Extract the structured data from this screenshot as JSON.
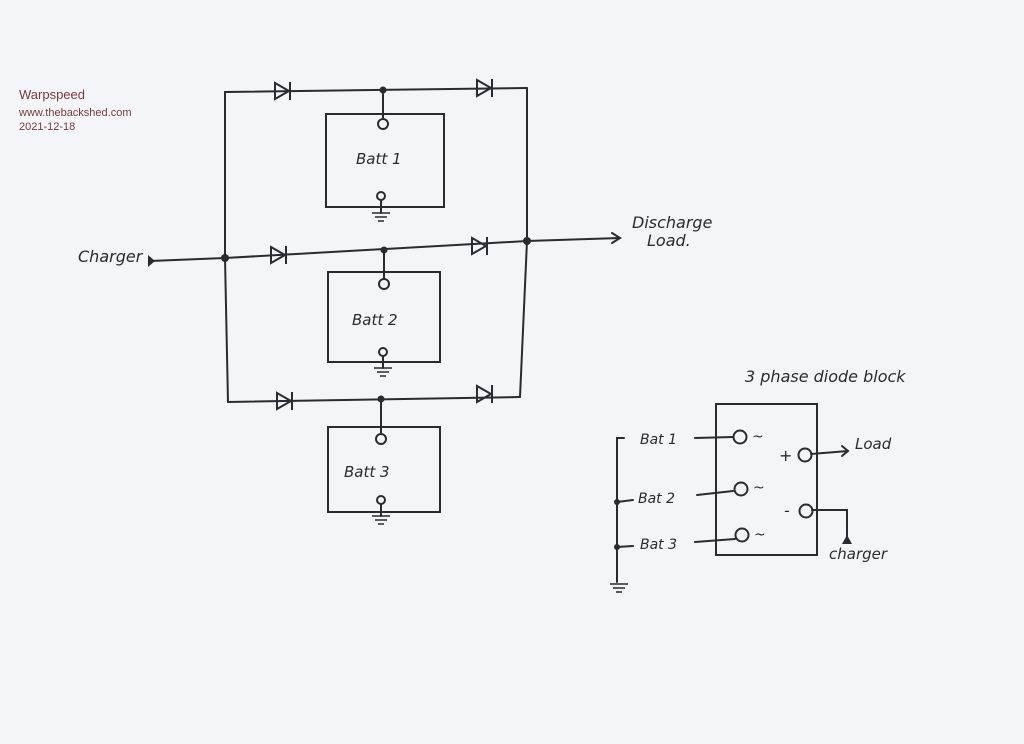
{
  "header": {
    "author": "Warpspeed",
    "site": "www.thebackshed.com",
    "date": "2021-12-18"
  },
  "left_diagram": {
    "charger_label": "Charger",
    "load_label_1": "Discharge",
    "load_label_2": "Load.",
    "batteries": [
      "Batt 1",
      "Batt 2",
      "Batt 3"
    ]
  },
  "right_diagram": {
    "title": "3 phase diode block",
    "inputs": [
      "Bat 1",
      "Bat 2",
      "Bat 3"
    ],
    "ac_symbol": "~",
    "plus": "+",
    "minus": "-",
    "load_label": "Load",
    "charger_label": "charger"
  }
}
